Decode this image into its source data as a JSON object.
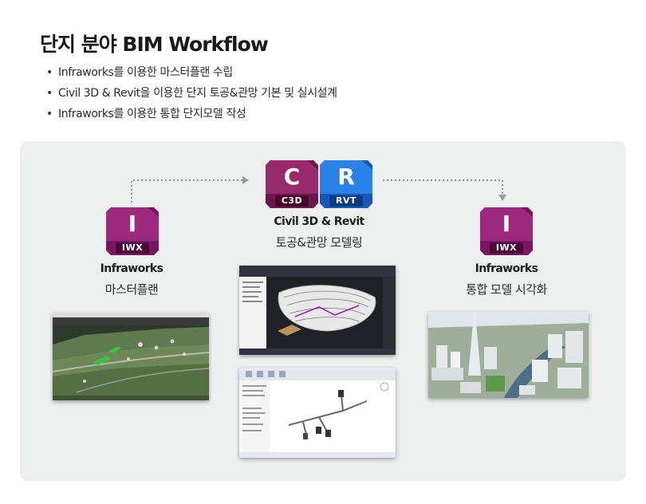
{
  "title": "단지 분야 BIM Workflow",
  "bullets": [
    "Infraworks를 이용한 마스터플랜 수립",
    "Civil 3D & Revit을 이용한 단지 토공&관망 기본 및 실시설계",
    "Infraworks를 이용한 통합 단지모델 작성"
  ],
  "left": {
    "logo": {
      "letter": "I",
      "code": "IWX",
      "icon": "infraworks-logo-icon"
    },
    "name": "Infraworks",
    "task": "마스터플랜"
  },
  "center": {
    "logos": [
      {
        "letter": "C",
        "code": "C3D",
        "icon": "civil3d-logo-icon"
      },
      {
        "letter": "R",
        "code": "RVT",
        "icon": "revit-logo-icon"
      }
    ],
    "name": "Civil 3D & Revit",
    "task": "토공&관망 모델링"
  },
  "right": {
    "logo": {
      "letter": "I",
      "code": "IWX",
      "icon": "infraworks-logo-icon"
    },
    "name": "Infraworks",
    "task": "통합 모델 시각화"
  },
  "colors": {
    "infraworks": "#8a1c6d",
    "civil3d": "#8a1f5c",
    "revit": "#1f6fd6",
    "panel": "#eef0ef",
    "arrow": "#999999"
  }
}
